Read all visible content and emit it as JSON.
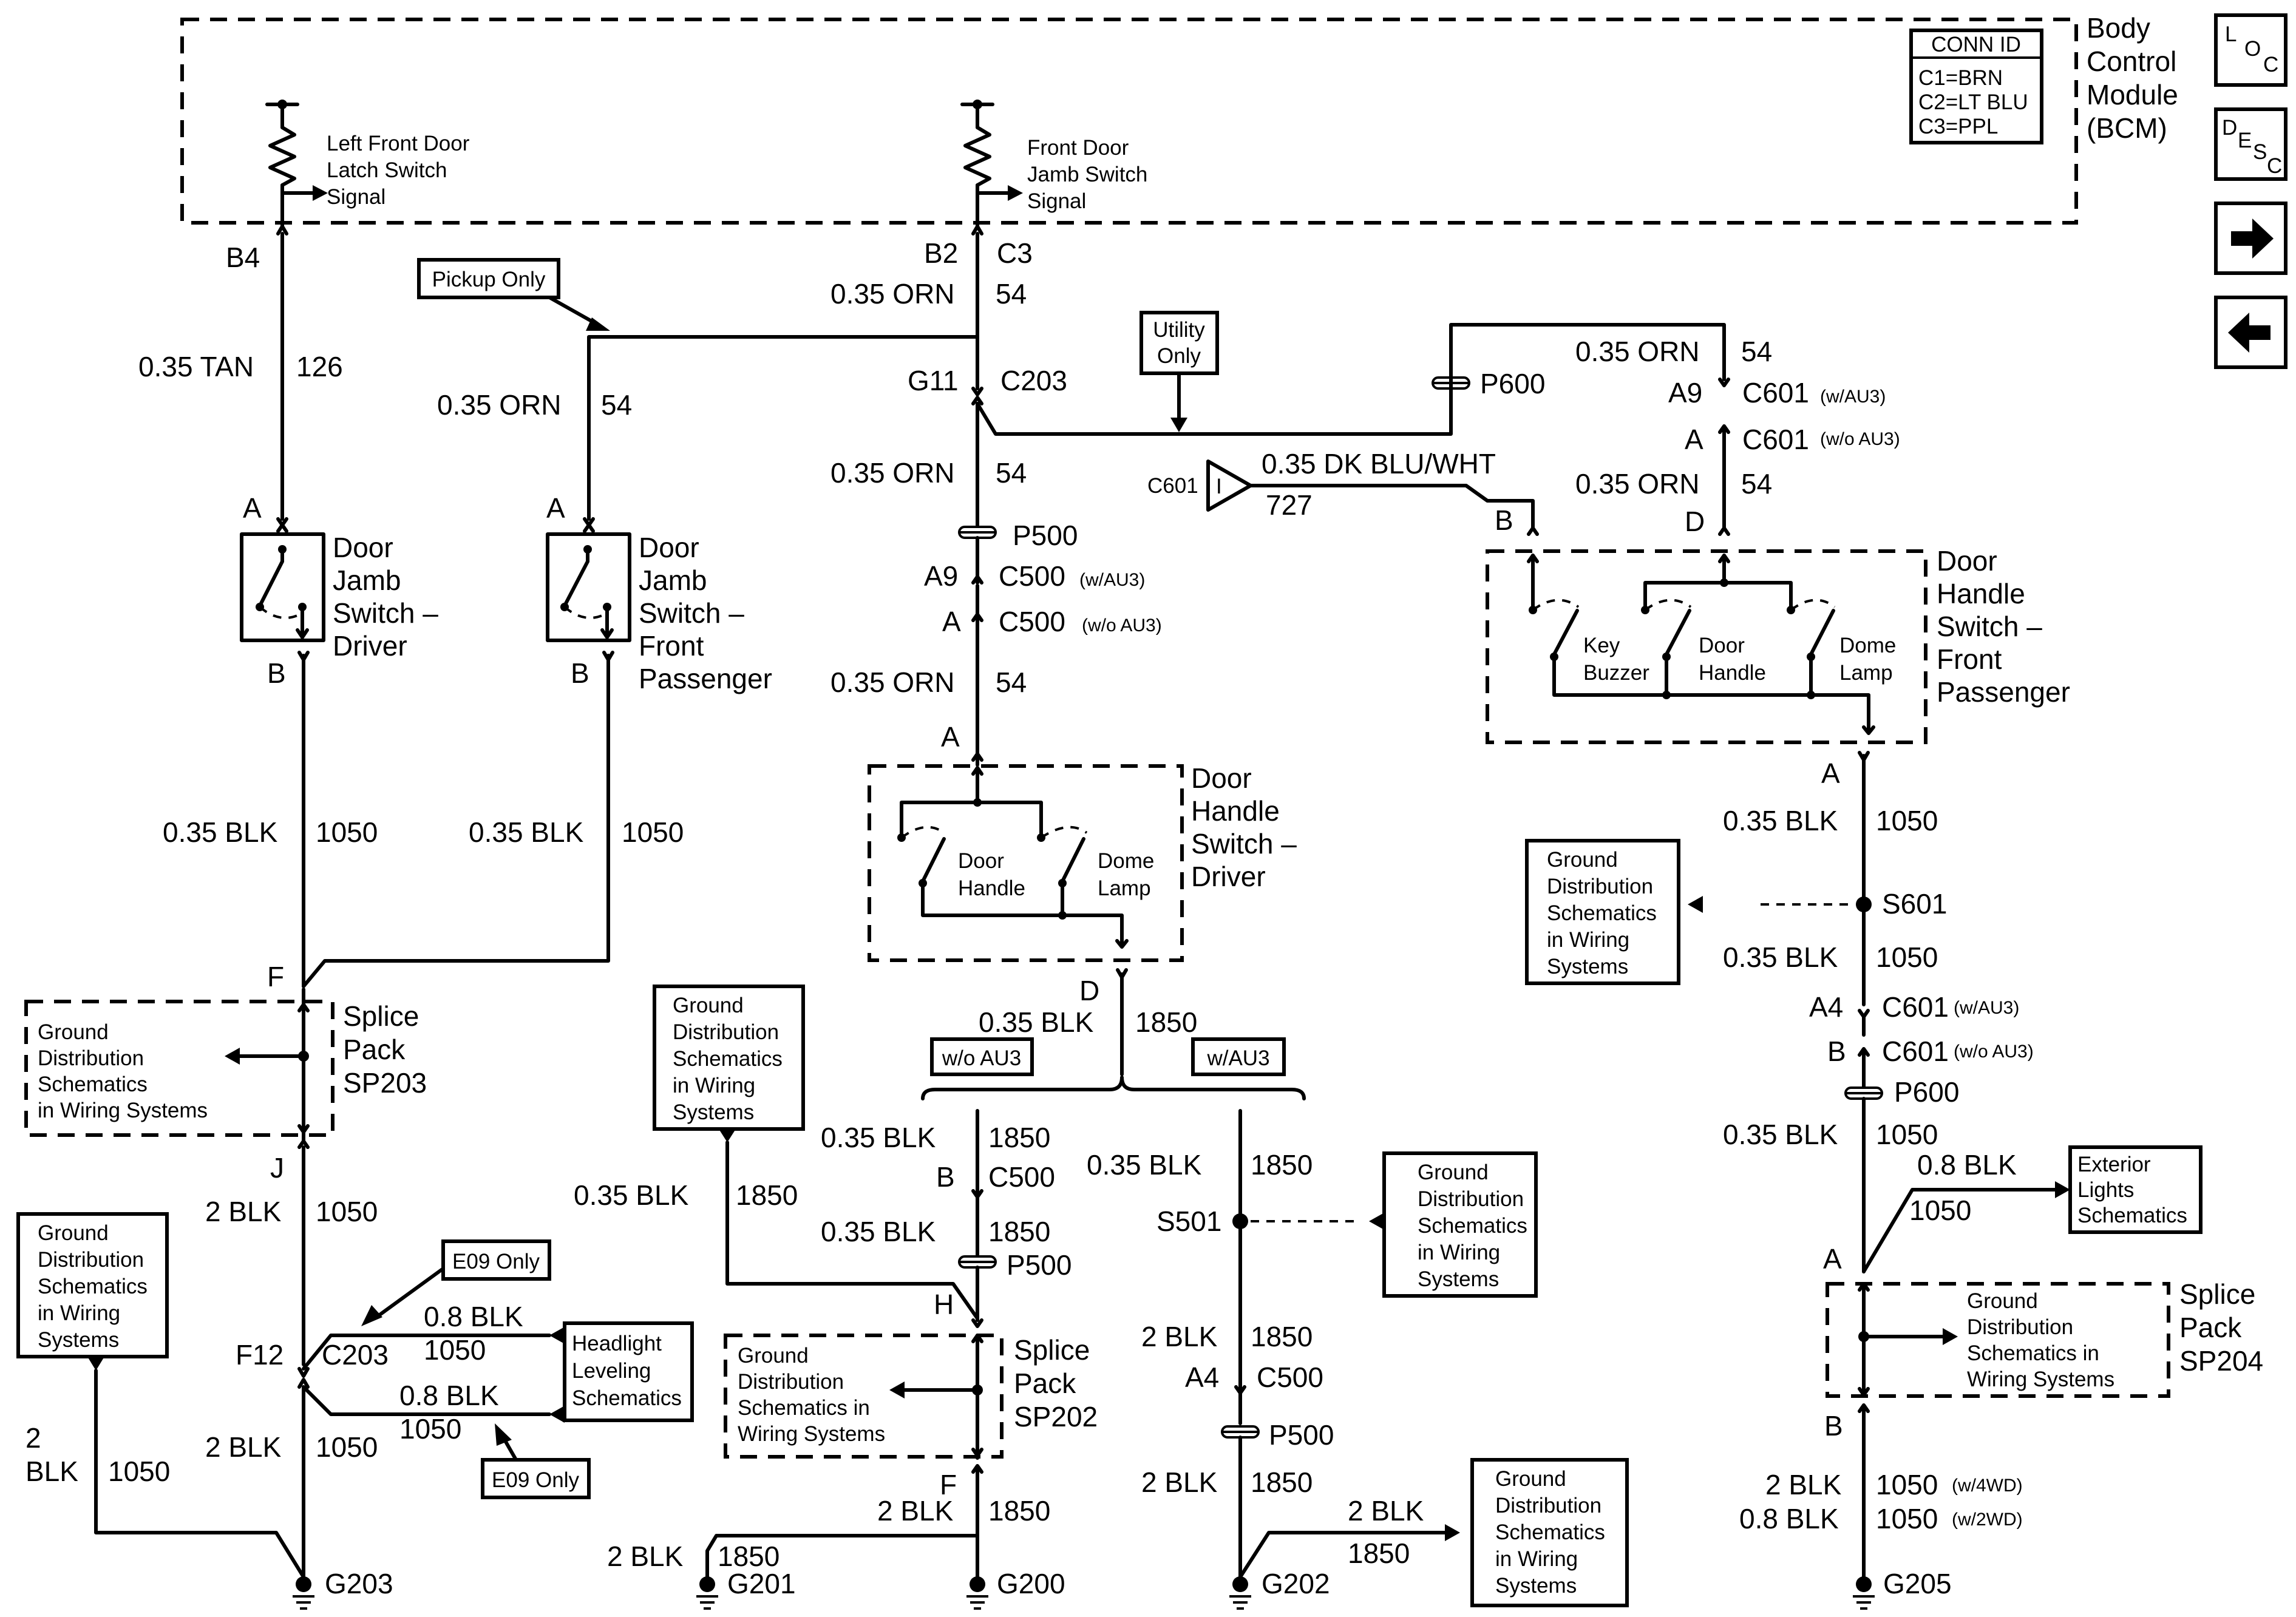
{
  "bcm": {
    "title_lines": [
      "Body",
      "Control",
      "Module",
      "(BCM)"
    ],
    "conn_id_title": "CONN ID",
    "conn_ids": [
      "C1=BRN",
      "C2=LT BLU",
      "C3=PPL"
    ],
    "left_signal_lines": [
      "Left Front Door",
      "Latch Switch",
      "Signal"
    ],
    "front_signal_lines": [
      "Front Door",
      "Jamb Switch",
      "Signal"
    ]
  },
  "nav": {
    "loc": [
      "L",
      "O",
      "C"
    ],
    "desc": [
      "D",
      "E",
      "S",
      "C"
    ],
    "forward_icon": "arrow-right-icon",
    "back_icon": "arrow-left-icon"
  },
  "pins": {
    "b4": "B4",
    "b2": "B2",
    "c3": "C3",
    "g11": "G11",
    "c203": "C203",
    "a_driver": "A",
    "b_driver": "B",
    "a_pass": "A",
    "b_pass": "B",
    "p500_top": "P500",
    "a9_c500": "A9",
    "c500_au3": "C500",
    "c500_au3_note": "(w/AU3)",
    "a_c500": "A",
    "c500_noau3": "C500",
    "c500_noau3_note": "(w/o AU3)",
    "a_dhd": "A",
    "d_dhd": "D",
    "f_sp203": "F",
    "j_sp203": "J",
    "f12": "F12",
    "c203_low": "C203",
    "b_c500": "B",
    "c500_low": "C500",
    "p500_mid": "P500",
    "h_sp202": "H",
    "f_sp202": "F",
    "s501": "S501",
    "a4_c500": "A4",
    "c500_a4": "C500",
    "p500_low": "P500",
    "p600_top": "P600",
    "a9_c601": "A9",
    "c601_au3": "C601",
    "c601_au3_note": "(w/AU3)",
    "a_c601": "A",
    "c601_noau3": "C601",
    "c601_noau3_note": "(w/o AU3)",
    "b_dhp": "B",
    "d_dhp": "D",
    "a_dhp": "A",
    "s601": "S601",
    "a4_c601": "A4",
    "c601_a4": "C601",
    "c601_a4_note": "(w/AU3)",
    "b_c601": "B",
    "c601_b": "C601",
    "c601_b_note": "(w/o AU3)",
    "p600_low": "P600",
    "a_sp204": "A",
    "b_sp204": "B",
    "c601_conn": "C601",
    "c601_i": "I"
  },
  "wires": {
    "w_tan": "0.35 TAN",
    "c_126": "126",
    "w_orn1": "0.35 ORN",
    "c_54a": "54",
    "w_orn2": "0.35 ORN",
    "c_54b": "54",
    "w_orn3": "0.35 ORN",
    "c_54c": "54",
    "w_orn4": "0.35 ORN",
    "c_54d": "54",
    "w_orn5": "0.35 ORN",
    "c_54e": "54",
    "w_orn6": "0.35 ORN",
    "c_54f": "54",
    "w_dkblu": "0.35 DK BLU/WHT",
    "c_727": "727",
    "w_blk_drv": "0.35 BLK",
    "c_1050_drv": "1050",
    "w_blk_pass": "0.35 BLK",
    "c_1050_pass": "1050",
    "w_blk_d": "0.35 BLK",
    "c_1850_d": "1850",
    "w_blk_noau3": "0.35  BLK",
    "c_1850_noau3": "1850",
    "w_blk_left": "0.35  BLK",
    "c_1850_left": "1850",
    "w_blk_p500": "0.35  BLK",
    "c_1850_p500": "1850",
    "w_blk_au3": "0.35  BLK",
    "c_1850_au3": "1850",
    "w_2blk_j": "2 BLK",
    "c_1050_j": "1050",
    "w_08_upper": "0.8 BLK",
    "c_1050_upper": "1050",
    "w_08_lower": "0.8 BLK",
    "c_1050_lower": "1050",
    "w_2blk_f12": "2 BLK",
    "c_1050_f12": "1050",
    "w_2blk_left_a": "2",
    "w_2blk_left_b": "BLK",
    "c_1050_left": "1050",
    "w_2blk_s501": "2 BLK",
    "c_1850_s501": "1850",
    "w_2blk_p500": "2 BLK",
    "c_1850_p500low": "1850",
    "w_2blk_g202": "2 BLK",
    "c_1850_g202": "1850",
    "w_2blk_sp202": "2 BLK",
    "c_1850_sp202": "1850",
    "w_2blk_g201": "2 BLK",
    "c_1850_g201": "1850",
    "w_blk_s601a": "0.35 BLK",
    "c_1050_s601a": "1050",
    "w_blk_s601b": "0.35 BLK",
    "c_1050_s601b": "1050",
    "w_blk_p600": "0.35 BLK",
    "c_1050_p600": "1050",
    "w_08_ext": "0.8 BLK",
    "c_1050_ext": "1050",
    "w_2blk_g205": "2 BLK",
    "c_1050_4wd": "1050",
    "note_4wd": "(w/4WD)",
    "w_08_g205": "0.8 BLK",
    "c_1050_2wd": "1050",
    "note_2wd": "(w/2WD)"
  },
  "components": {
    "door_jamb_driver": [
      "Door",
      "Jamb",
      "Switch –",
      "Driver"
    ],
    "door_jamb_pass": [
      "Door",
      "Jamb",
      "Switch –",
      "Front",
      "Passenger"
    ],
    "door_handle_driver": [
      "Door",
      "Handle",
      "Switch –",
      "Driver"
    ],
    "door_handle_driver_sw1": [
      "Door",
      "Handle"
    ],
    "door_handle_driver_sw2": [
      "Dome",
      "Lamp"
    ],
    "door_handle_pass": [
      "Door",
      "Handle",
      "Switch –",
      "Front",
      "Passenger"
    ],
    "door_handle_pass_sw1": [
      "Key",
      "Buzzer"
    ],
    "door_handle_pass_sw2": [
      "Door",
      "Handle"
    ],
    "door_handle_pass_sw3": [
      "Dome",
      "Lamp"
    ],
    "sp203": [
      "Splice",
      "Pack",
      "SP203"
    ],
    "sp202": [
      "Splice",
      "Pack",
      "SP202"
    ],
    "sp204": [
      "Splice",
      "Pack",
      "SP204"
    ]
  },
  "notes": {
    "pickup_only": "Pickup Only",
    "utility_only": [
      "Utility",
      "Only"
    ],
    "wo_au3": "w/o AU3",
    "w_au3": "w/AU3",
    "e09_top": "E09 Only",
    "e09_bottom": "E09 Only",
    "headlight": [
      "Headlight",
      "Leveling",
      "Schematics"
    ],
    "exterior": [
      "Exterior",
      "Lights",
      "Schematics"
    ],
    "gd_sp203": [
      "Ground",
      "Distribution",
      "Schematics",
      "in Wiring Systems"
    ],
    "gd_left": [
      "Ground",
      "Distribution",
      "Schematics",
      "in Wiring",
      "Systems"
    ],
    "gd_center": [
      "Ground",
      "Distribution",
      "Schematics",
      "in Wiring",
      "Systems"
    ],
    "gd_sp202": [
      "Ground",
      "Distribution",
      "Schematics in",
      "Wiring Systems"
    ],
    "gd_s501": [
      "Ground",
      "Distribution",
      "Schematics",
      "in Wiring",
      "Systems"
    ],
    "gd_g202": [
      "Ground",
      "Distribution",
      "Schematics",
      "in Wiring",
      "Systems"
    ],
    "gd_s601": [
      "Ground",
      "Distribution",
      "Schematics",
      "in Wiring",
      "Systems"
    ],
    "gd_sp204": [
      "Ground",
      "Distribution",
      "Schematics in",
      "Wiring Systems"
    ]
  },
  "grounds": {
    "g203": "G203",
    "g201": "G201",
    "g200": "G200",
    "g202": "G202",
    "g205": "G205"
  }
}
